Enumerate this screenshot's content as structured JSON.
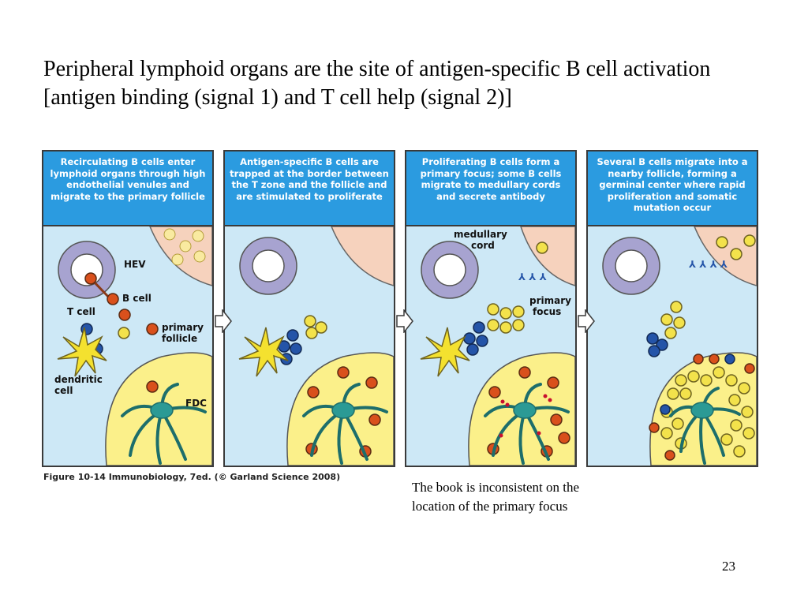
{
  "slide": {
    "title": "Peripheral lymphoid organs are the site of antigen-specific B cell activation [antigen binding (signal 1) and T cell help (signal 2)]",
    "note": "The book is inconsistent on the location of the primary focus",
    "page_number": "23"
  },
  "figure": {
    "caption": "Figure 10-14  Immunobiology, 7ed. (© Garland Science 2008)",
    "panels": [
      {
        "header": "Recirculating B cells enter lymphoid organs through high endothelial venules and migrate to the primary follicle",
        "labels": {
          "hev": "HEV",
          "b_cell": "B cell",
          "t_cell": "T cell",
          "primary_follicle": "primary\nfollicle",
          "dendritic_cell": "dendritic\ncell",
          "fdc": "FDC"
        }
      },
      {
        "header": "Antigen-specific B cells are trapped at the border between the T zone and the follicle and are stimulated to proliferate"
      },
      {
        "header": "Proliferating B cells form a primary focus; some B cells migrate to medullary cords and secrete antibody",
        "labels": {
          "medullary_cord": "medullary\ncord",
          "primary_focus": "primary\nfocus"
        }
      },
      {
        "header": "Several B cells migrate into a nearby follicle, forming a germinal center where rapid proliferation and somatic mutation occur"
      }
    ]
  },
  "colors": {
    "panel_header": "#2b9be0",
    "panel_body": "#cde8f6",
    "follicle": "#fbf08a",
    "medulla": "#f6d2bd",
    "hev": "#a7a3d0",
    "b_cell": "#d9501c",
    "t_cell": "#2454a8",
    "proliferating_b_cell": "#f3e24b",
    "dendritic_cell": "#f4e12f",
    "fdc": "#2b9a95"
  }
}
